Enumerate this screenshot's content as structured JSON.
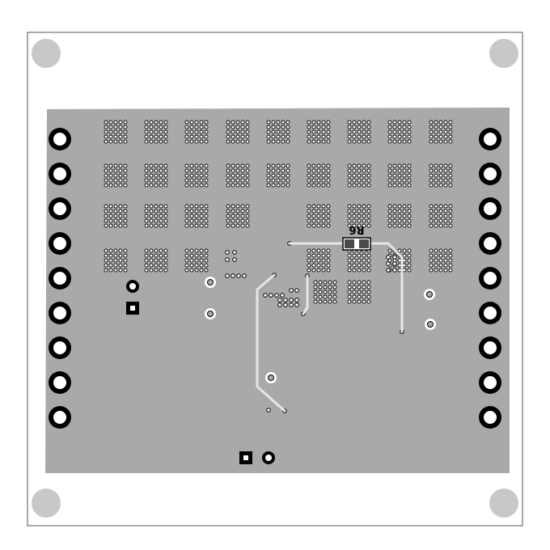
{
  "board": {
    "outline_color": "#555555",
    "background": "#ffffff",
    "copper_pour_color": "#a9a9a9",
    "trace_color": "#e6e6e6",
    "hole_color": "#ffffff",
    "pad_ring_color": "#000000",
    "mounting_hole_color": "#c8c8c8"
  },
  "silkscreen": {
    "component_label": "R6"
  },
  "connectors": {
    "left_header_pins": 9,
    "right_header_pins": 9,
    "bottom_header_pins": 2
  }
}
